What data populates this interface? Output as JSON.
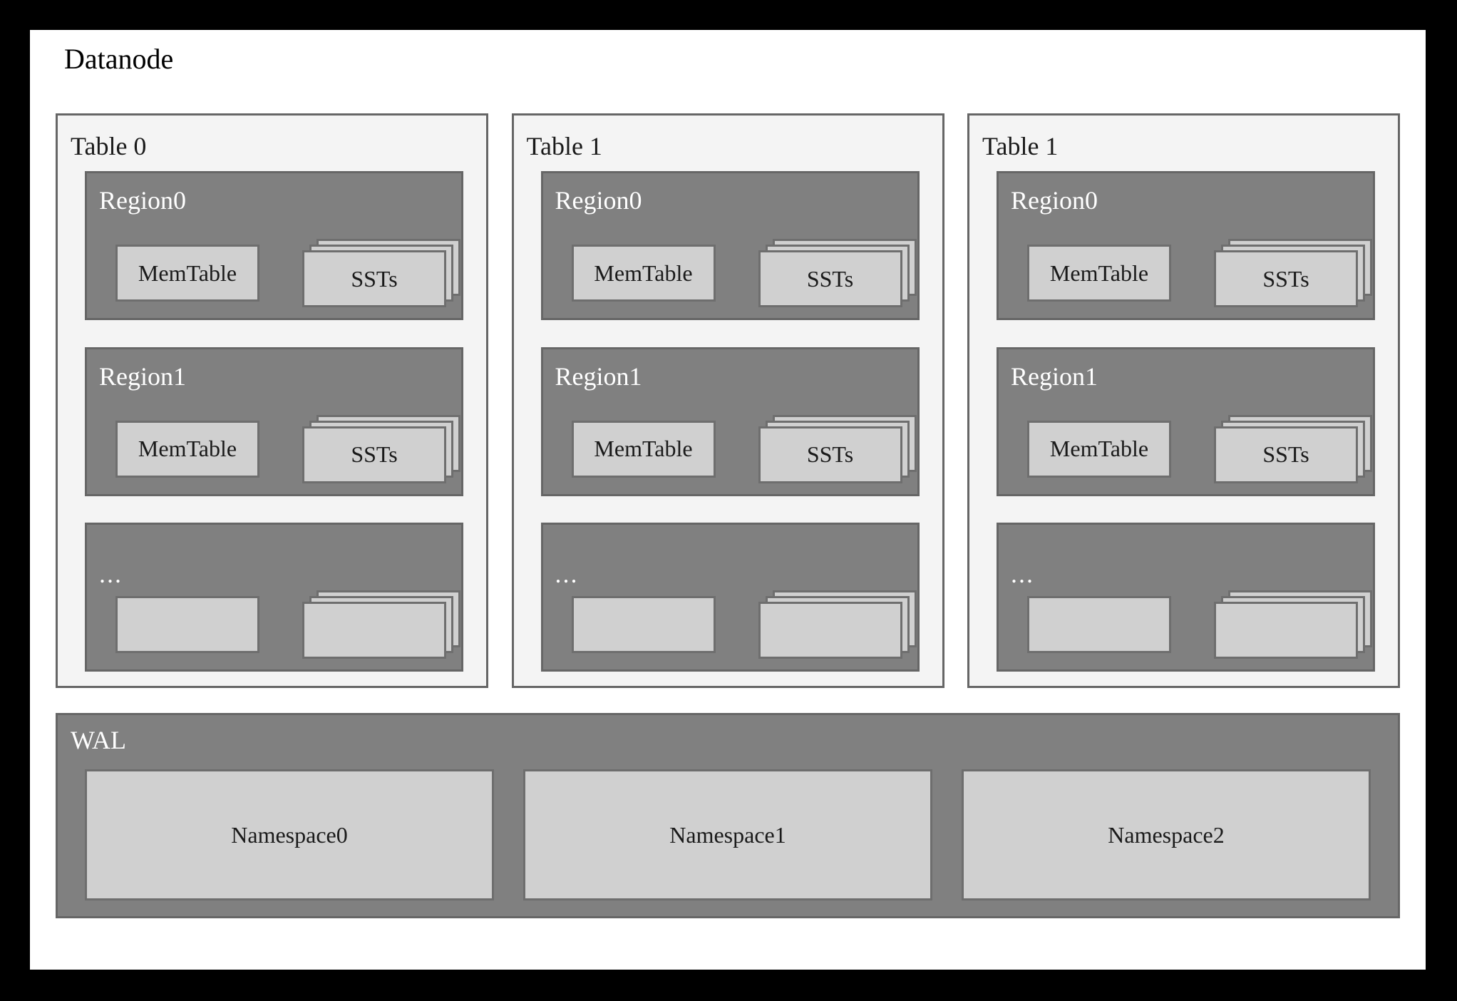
{
  "diagram": {
    "title": "Datanode",
    "type": "architecture-block-diagram",
    "colors": {
      "frame": "#000000",
      "canvas": "#ffffff",
      "panel_fill": "#f4f4f4",
      "panel_border": "#666666",
      "region_fill": "#808080",
      "region_border": "#666666",
      "leaf_fill": "#d0d0d0",
      "leaf_border": "#6e6e6e",
      "text_dark": "#1a1a1a",
      "text_light": "#ffffff"
    }
  },
  "tables": [
    {
      "title": "Table 0",
      "regions": [
        {
          "title": "Region0",
          "memtable": "MemTable",
          "ssts": "SSTs",
          "sst_sheets": 3
        },
        {
          "title": "Region1",
          "memtable": "MemTable",
          "ssts": "SSTs",
          "sst_sheets": 3
        },
        {
          "title": "...",
          "memtable": "",
          "ssts": "",
          "sst_sheets": 3
        }
      ]
    },
    {
      "title": "Table 1",
      "regions": [
        {
          "title": "Region0",
          "memtable": "MemTable",
          "ssts": "SSTs",
          "sst_sheets": 3
        },
        {
          "title": "Region1",
          "memtable": "MemTable",
          "ssts": "SSTs",
          "sst_sheets": 3
        },
        {
          "title": "...",
          "memtable": "",
          "ssts": "",
          "sst_sheets": 3
        }
      ]
    },
    {
      "title": "Table 1",
      "regions": [
        {
          "title": "Region0",
          "memtable": "MemTable",
          "ssts": "SSTs",
          "sst_sheets": 3
        },
        {
          "title": "Region1",
          "memtable": "MemTable",
          "ssts": "SSTs",
          "sst_sheets": 3
        },
        {
          "title": "...",
          "memtable": "",
          "ssts": "",
          "sst_sheets": 3
        }
      ]
    }
  ],
  "wal": {
    "title": "WAL",
    "namespaces": [
      {
        "label": "Namespace0"
      },
      {
        "label": "Namespace1"
      },
      {
        "label": "Namespace2"
      }
    ]
  }
}
